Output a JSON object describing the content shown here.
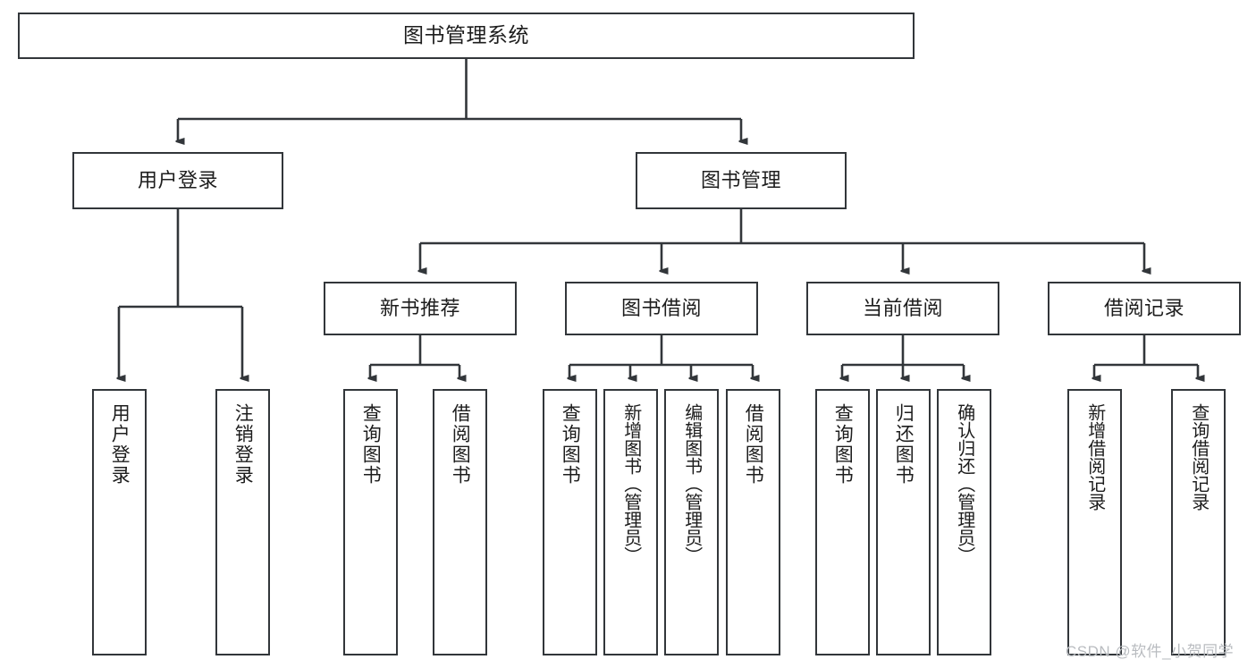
{
  "diagram": {
    "title": "图书管理系统",
    "type": "tree",
    "background": "#ffffff",
    "line_color": "#32363a",
    "box_border_color": "#32363a",
    "text_color": "#1d1d1d",
    "root": {
      "label": "图书管理系统"
    },
    "level2": [
      {
        "label": "用户登录"
      },
      {
        "label": "图书管理"
      }
    ],
    "level3": [
      {
        "label": "新书推荐"
      },
      {
        "label": "图书借阅"
      },
      {
        "label": "当前借阅"
      },
      {
        "label": "借阅记录"
      }
    ],
    "leaves": [
      {
        "label": "用户登录",
        "parent": "用户登录"
      },
      {
        "label": "注销登录",
        "parent": "用户登录"
      },
      {
        "label": "查询图书",
        "parent": "新书推荐"
      },
      {
        "label": "借阅图书",
        "parent": "新书推荐"
      },
      {
        "label": "查询图书",
        "parent": "图书借阅"
      },
      {
        "label": "新增图书（管理员）",
        "parent": "图书借阅"
      },
      {
        "label": "编辑图书（管理员）",
        "parent": "图书借阅"
      },
      {
        "label": "借阅图书",
        "parent": "图书借阅"
      },
      {
        "label": "查询图书",
        "parent": "当前借阅"
      },
      {
        "label": "归还图书",
        "parent": "当前借阅"
      },
      {
        "label": "确认归还（管理员）",
        "parent": "当前借阅"
      },
      {
        "label": "新增借阅记录",
        "parent": "借阅记录"
      },
      {
        "label": "查询借阅记录",
        "parent": "借阅记录"
      }
    ]
  },
  "watermark": {
    "text": "CSDN @软件_小贺同学",
    "color": "#b9bcc0"
  }
}
